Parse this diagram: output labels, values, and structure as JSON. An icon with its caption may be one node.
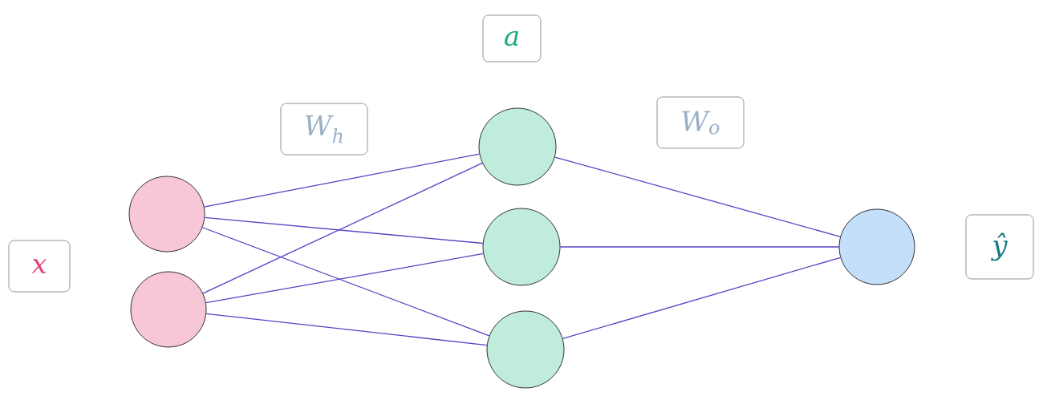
{
  "diagram": {
    "nodes": [
      {
        "text": [
          "a"
        ]
      },
      {
        "text": [
          "W$_{h}$"
        ]
      },
      {
        "text": [
          "W$_{o}$"
        ]
      },
      {
        "text": [
          "x"
        ]
      },
      {
        "text": [
          "ŷ"
        ]
      },
      {
        "text": [],
        "shape": "circle"
      },
      {
        "text": [],
        "shape": "circle"
      },
      {
        "text": [],
        "shape": "circle"
      },
      {
        "text": [],
        "shape": "circle"
      },
      {
        "text": [],
        "shape": "circle"
      },
      {
        "text": [],
        "shape": "circle"
      }
    ],
    "edges": [
      {
        "from": 5,
        "to": 7,
        "arrow": "none"
      },
      {
        "from": 5,
        "to": 8,
        "arrow": "none"
      },
      {
        "from": 5,
        "to": 9,
        "arrow": "none"
      },
      {
        "from": 6,
        "to": 7,
        "arrow": "none"
      },
      {
        "from": 6,
        "to": 8,
        "arrow": "none"
      },
      {
        "from": 6,
        "to": 9,
        "arrow": "none"
      },
      {
        "from": 7,
        "to": 10,
        "arrow": "none"
      },
      {
        "from": 8,
        "to": 10,
        "arrow": "none"
      },
      {
        "from": 9,
        "to": 10,
        "arrow": "none"
      }
    ]
  }
}
